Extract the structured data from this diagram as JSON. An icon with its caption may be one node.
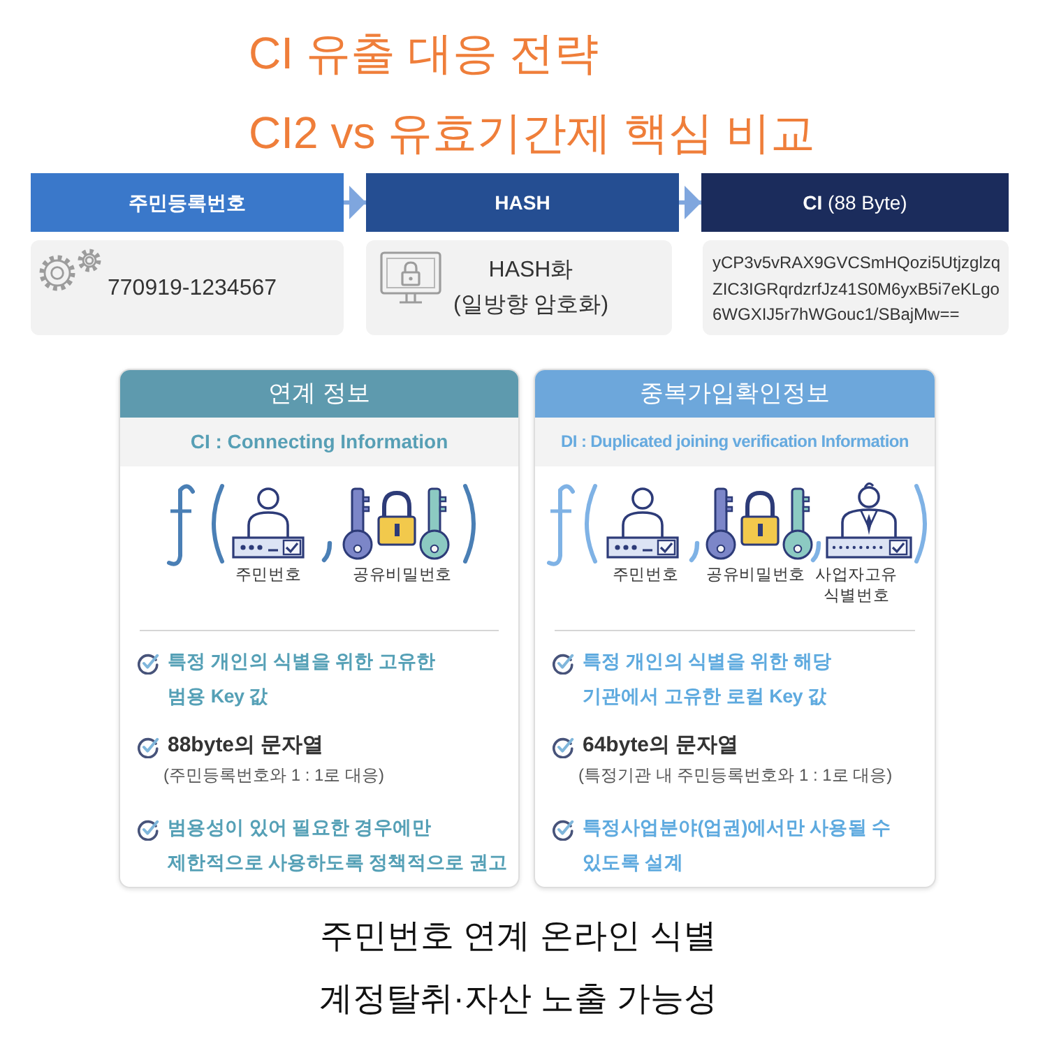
{
  "diagram": {
    "title": "CI 유출 대응 전략 CI2 vs 유효기간제 핵심 비교",
    "caption": "주민번호 연계 온라인 식별 계정탈취·자산 노출 가능성",
    "nodes": [
      {
        "text": [
          "주민등록번호"
        ]
      },
      {
        "text": [
          "HASH"
        ]
      },
      {
        "text": [
          "**CI** (88 Byte)"
        ]
      },
      {
        "text": [
          "770919-1234567"
        ]
      },
      {
        "text": [
          "HASH화 (일방향 암호화)"
        ]
      },
      {
        "text": [
          "yCP3v5vRAX9GVCSmHQozi5UtjzglzqZIC3IGRqrdzrfJz41S0M6yxB5i7eKLgo6WGXIJ5r7hWGouc1/SBajMw=="
        ]
      },
      {
        "text": [
          "연계 정보",
          "CI : Connecting Information"
        ]
      },
      {
        "text": [
          "중복가입확인정보",
          "DI : Duplicated joining verification Information"
        ]
      }
    ],
    "edges": [
      {
        "from": 0,
        "to": 1,
        "arrow": "to"
      },
      {
        "from": 1,
        "to": 2,
        "arrow": "to"
      }
    ],
    "labels": [
      "주민번호",
      "공유비밀번호",
      "특정 개인의 식별을 위한 고유한 범용 Key 값",
      "88byte의 문자열",
      "(주민등록번호와 1 : 1로 대응)",
      "범용성이 있어 필요한 경우에만 제한적으로 사용하도록 정책적으로 권고",
      "주민번호",
      "공유비밀번호",
      "사업자고유 식별번호",
      "특정 개인의 식별을 위한 해당 기관에서 고유한 로컬 Key 값",
      "64byte의 문자열",
      "(특정기관 내 주민등록번호와 1 : 1로 대응)",
      "특정사업분야(업권)에서만 사용될 수 있도록 설계"
    ]
  }
}
